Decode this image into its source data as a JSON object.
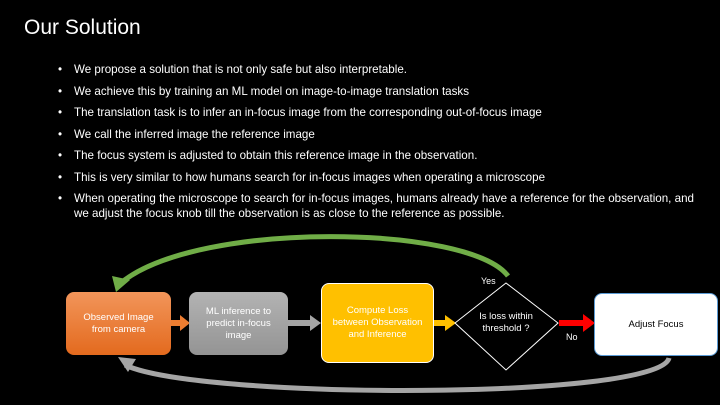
{
  "title": "Our Solution",
  "bullets": [
    "We propose a solution that is not only safe but also interpretable.",
    "We achieve this by training an ML model on image-to-image translation tasks",
    "The translation task is to infer an in-focus image from the corresponding out-of-focus image",
    "We call the inferred image the reference image",
    "The focus system is adjusted to obtain this reference image in the observation.",
    "This is very similar to how humans search for in-focus images when operating a microscope",
    "When operating the microscope to search for in-focus images, humans already have a reference for the observation, and we adjust the focus knob till the observation is as close to the reference as possible."
  ],
  "flow": {
    "observed": "Observed Image from camera",
    "ml": "ML inference to predict in-focus image",
    "loss": "Compute Loss between Observation and Inference",
    "decision": "Is loss within threshold ?",
    "adjust": "Adjust Focus",
    "yes": "Yes",
    "no": "No"
  },
  "colors": {
    "orange": "#ED7D31",
    "gray": "#A5A5A5",
    "yellow": "#FFC000",
    "green": "#70AD47",
    "red": "#FF0000"
  }
}
